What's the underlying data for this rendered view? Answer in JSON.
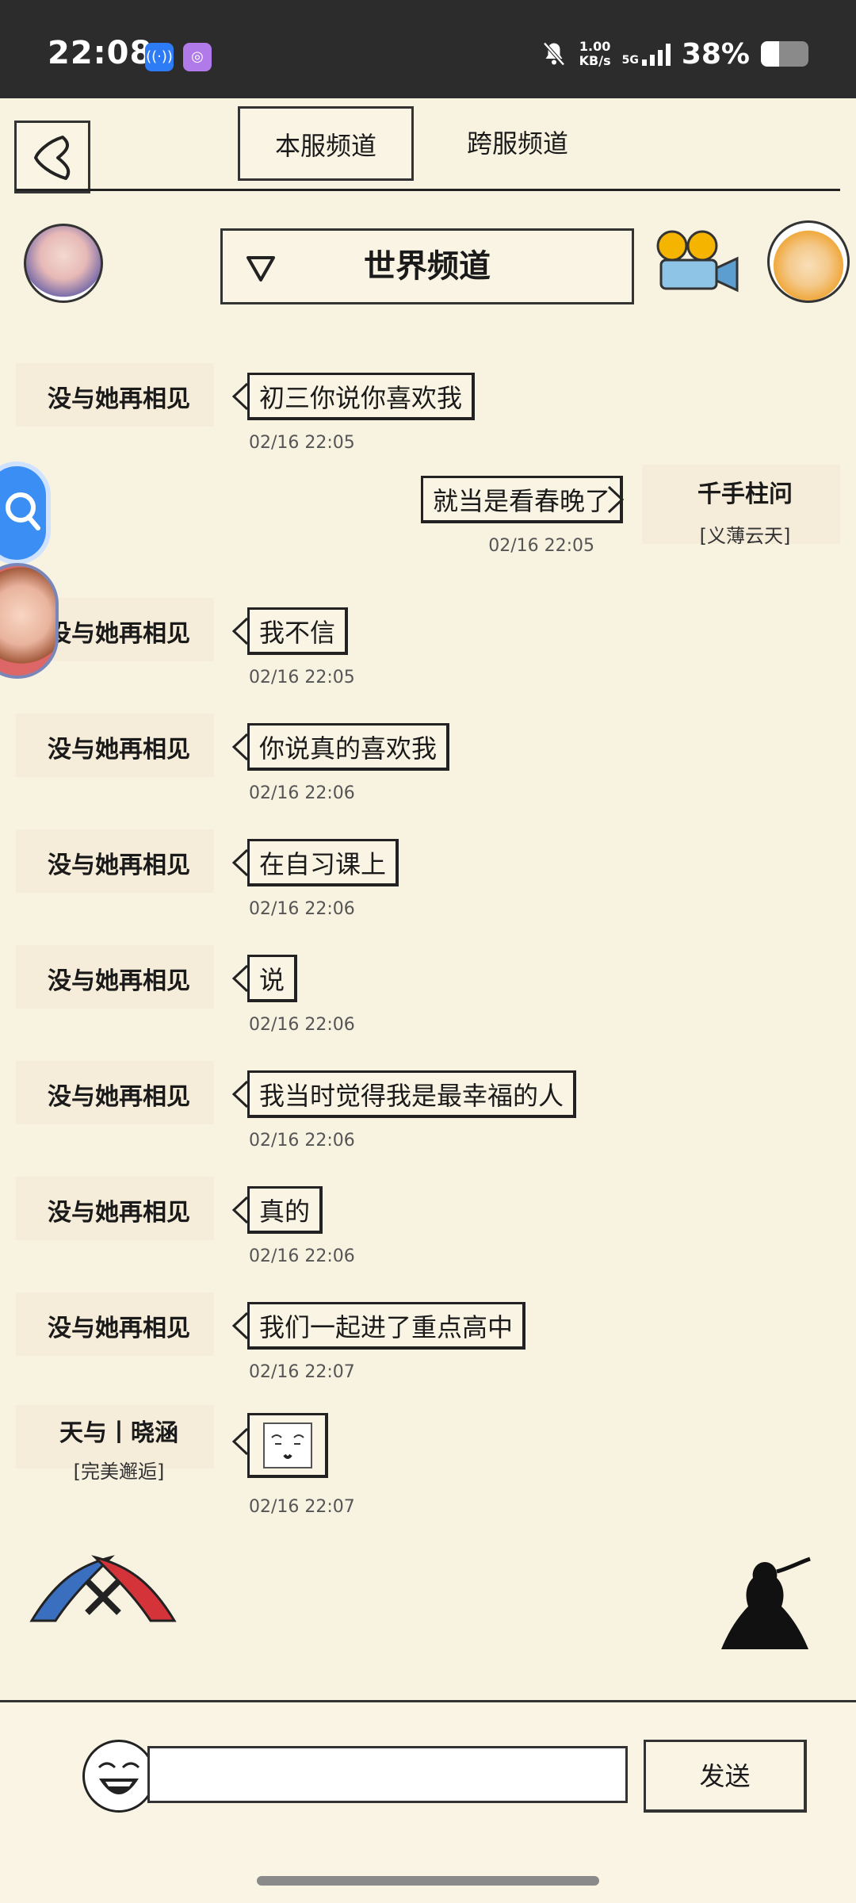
{
  "status_bar": {
    "time": "22:08",
    "network_speed_top": "1.00",
    "network_speed_unit": "KB/s",
    "network_type": "5G",
    "battery_percent": "38%",
    "battery_level": 0.38,
    "icons": [
      "hotspot-app-icon",
      "purple-app-icon",
      "bell-muted-icon",
      "signal-icon",
      "battery-icon"
    ]
  },
  "header": {
    "tabs": [
      {
        "label": "本服频道",
        "selected": true
      },
      {
        "label": "跨服频道",
        "selected": false
      }
    ],
    "channel_title": "世界频道"
  },
  "messages": [
    {
      "side": "left",
      "name": "没与她再相见",
      "tag": "",
      "text": "初三你说你喜欢我",
      "time": "02/16 22:05"
    },
    {
      "side": "right",
      "name": "千手柱问",
      "tag": "[义薄云天]",
      "text": "就当是看春晚了",
      "time": "02/16 22:05"
    },
    {
      "side": "left",
      "name": "没与她再相见",
      "tag": "",
      "text": "我不信",
      "time": "02/16 22:05"
    },
    {
      "side": "left",
      "name": "没与她再相见",
      "tag": "",
      "text": "你说真的喜欢我",
      "time": "02/16 22:06"
    },
    {
      "side": "left",
      "name": "没与她再相见",
      "tag": "",
      "text": "在自习课上",
      "time": "02/16 22:06"
    },
    {
      "side": "left",
      "name": "没与她再相见",
      "tag": "",
      "text": "说",
      "time": "02/16 22:06"
    },
    {
      "side": "left",
      "name": "没与她再相见",
      "tag": "",
      "text": "我当时觉得我是最幸福的人",
      "time": "02/16 22:06"
    },
    {
      "side": "left",
      "name": "没与她再相见",
      "tag": "",
      "text": "真的",
      "time": "02/16 22:06"
    },
    {
      "side": "left",
      "name": "没与她再相见",
      "tag": "",
      "text": "我们一起进了重点高中",
      "time": "02/16 22:07"
    },
    {
      "side": "left",
      "name": "天与丨晓涵",
      "tag": "[完美邂逅]",
      "text": "",
      "time": "02/16 22:07",
      "sticker": "face-sticker-icon"
    }
  ],
  "input": {
    "value": "",
    "placeholder": "",
    "send_label": "发送"
  }
}
